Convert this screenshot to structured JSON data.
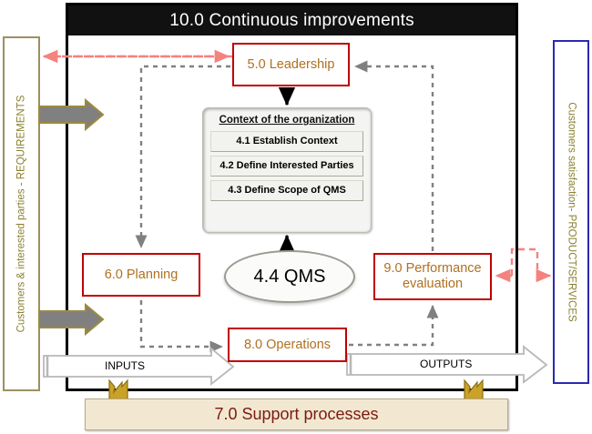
{
  "diagram": {
    "title": "10.0 Continuous improvements",
    "colors": {
      "frame": "#000000",
      "title_bar_bg": "#111111",
      "title_bar_text": "#ffffff",
      "red_box_border": "#c00000",
      "red_box_text": "#b07020",
      "left_panel_border": "#9c9060",
      "right_panel_border": "#2a2ab0",
      "side_text": "#8a7f2e",
      "support_bg": "#f2e8d2",
      "support_text": "#7b1a10",
      "gray_dashed": "#808080",
      "red_dashed": "#f5827e",
      "gold_arrow": "#c9a227",
      "gray_arrow": "#808080"
    }
  },
  "left_panel": {
    "text": "Customers & interested parties - REQUIREMENTS"
  },
  "right_panel": {
    "text": "Customers satisfaction- PRODUCT/SERVICES"
  },
  "boxes": {
    "leadership": "5.0 Leadership",
    "planning": "6.0 Planning",
    "performance": "9.0 Performance evaluation",
    "operations": "8.0 Operations",
    "qms": "4.4 QMS",
    "support": "7.0 Support processes"
  },
  "context_panel": {
    "title": "Context of the organization",
    "items": [
      "4.1 Establish Context",
      "4.2 Define Interested Parties",
      "4.3 Define Scope of QMS"
    ]
  },
  "flow_labels": {
    "inputs": "INPUTS",
    "outputs": "OUTPUTS"
  }
}
